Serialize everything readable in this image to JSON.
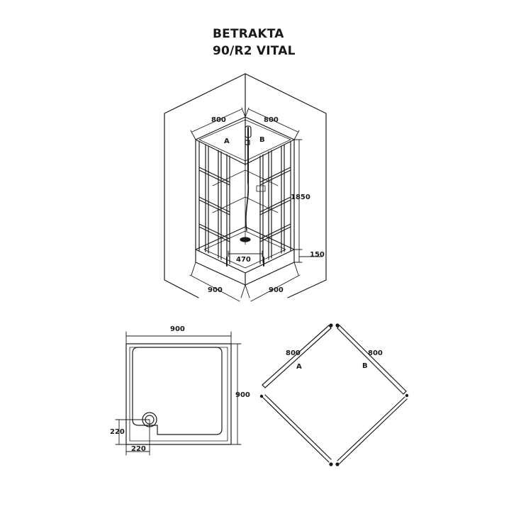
{
  "title": {
    "line1": "BETRAKTA",
    "line2": "90/R2 VITAL"
  },
  "isometric": {
    "width_a": "800",
    "width_b": "800",
    "panel_a": "A",
    "panel_b": "B",
    "height": "1850",
    "tray_height": "150",
    "door_opening": "470",
    "base_left": "900",
    "base_right": "900"
  },
  "tray_plan": {
    "width": "900",
    "depth": "900",
    "drain_y": "220",
    "drain_x": "220"
  },
  "panel_plan": {
    "length_a": "800",
    "length_b": "800",
    "label_a": "A",
    "label_b": "B"
  },
  "colors": {
    "line": "#1a1a1a"
  }
}
